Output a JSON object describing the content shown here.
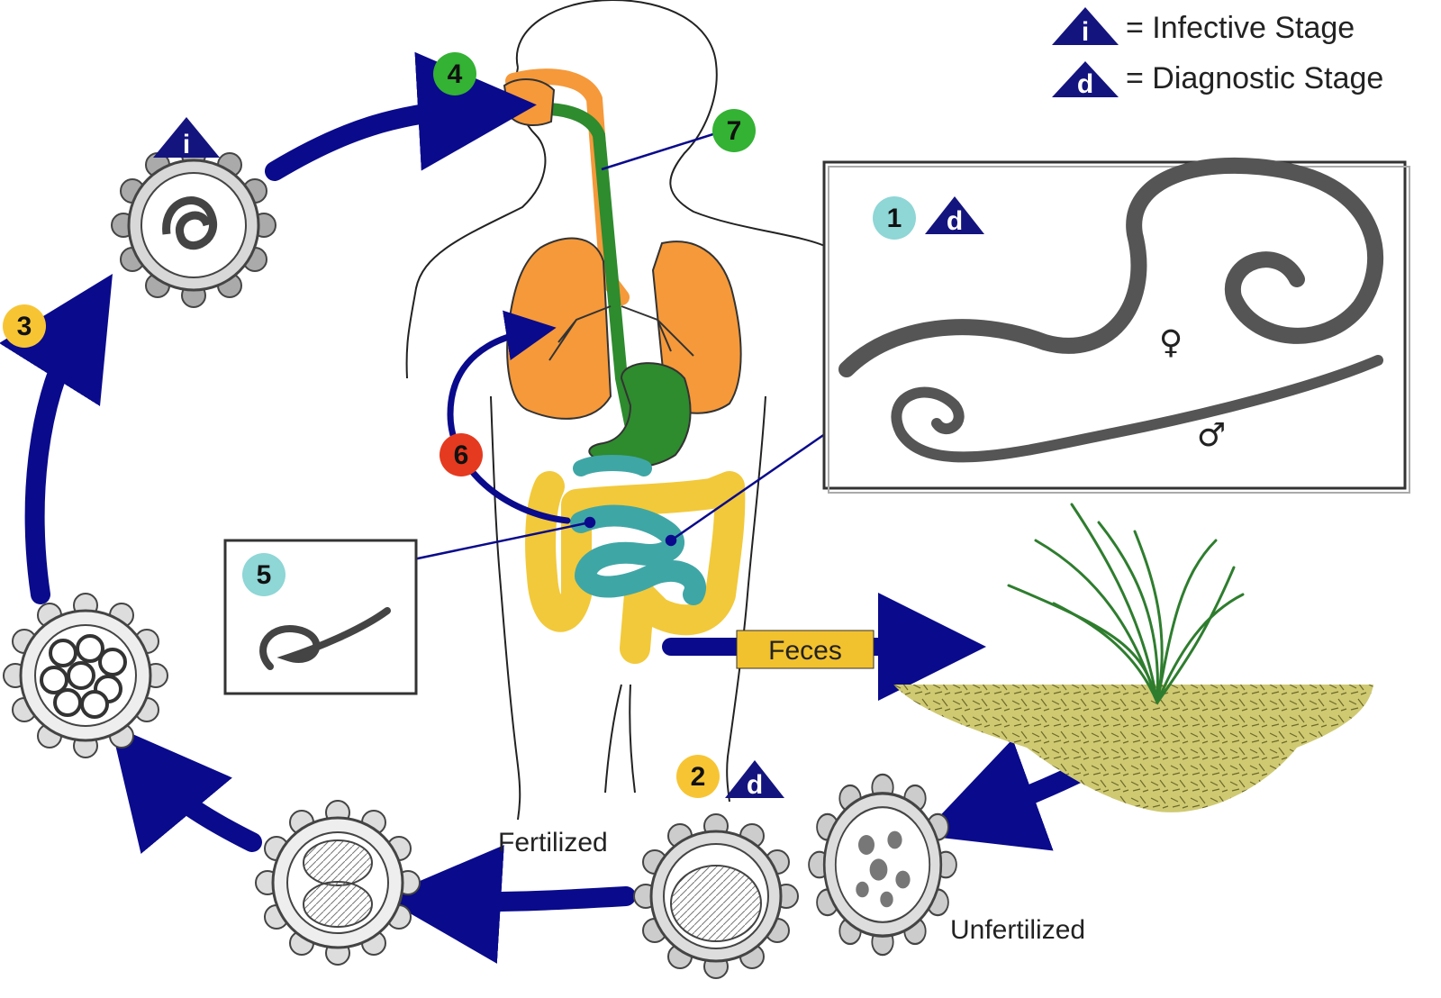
{
  "legend": {
    "infective_symbol": "i",
    "infective_label": "= Infective Stage",
    "diagnostic_symbol": "d",
    "diagnostic_label": "= Diagnostic Stage"
  },
  "steps": [
    {
      "number": "1",
      "color": "#8fd6d6",
      "stage_symbol": "d"
    },
    {
      "number": "2",
      "color": "#f7c534",
      "stage_symbol": "d"
    },
    {
      "number": "3",
      "color": "#f7c534"
    },
    {
      "number": "4",
      "color": "#33b233"
    },
    {
      "number": "5",
      "color": "#8fd6d6"
    },
    {
      "number": "6",
      "color": "#e53a1f"
    },
    {
      "number": "7",
      "color": "#33b233"
    }
  ],
  "infective_marker_symbol": "i",
  "labels": {
    "feces": "Feces",
    "fertilized": "Fertilized",
    "unfertilized": "Unfertilized",
    "female_symbol": "♀",
    "male_symbol": "♂"
  },
  "colors": {
    "arrow": "#0a0a8c",
    "lungs": "#f5993a",
    "esophagus": "#2e8b2e",
    "intestine_yellow": "#f2c93a",
    "intestine_teal": "#3fa6a6",
    "soil": "#c9c46b",
    "grass": "#2e7d2e",
    "feces_box": "#f2c12e"
  }
}
